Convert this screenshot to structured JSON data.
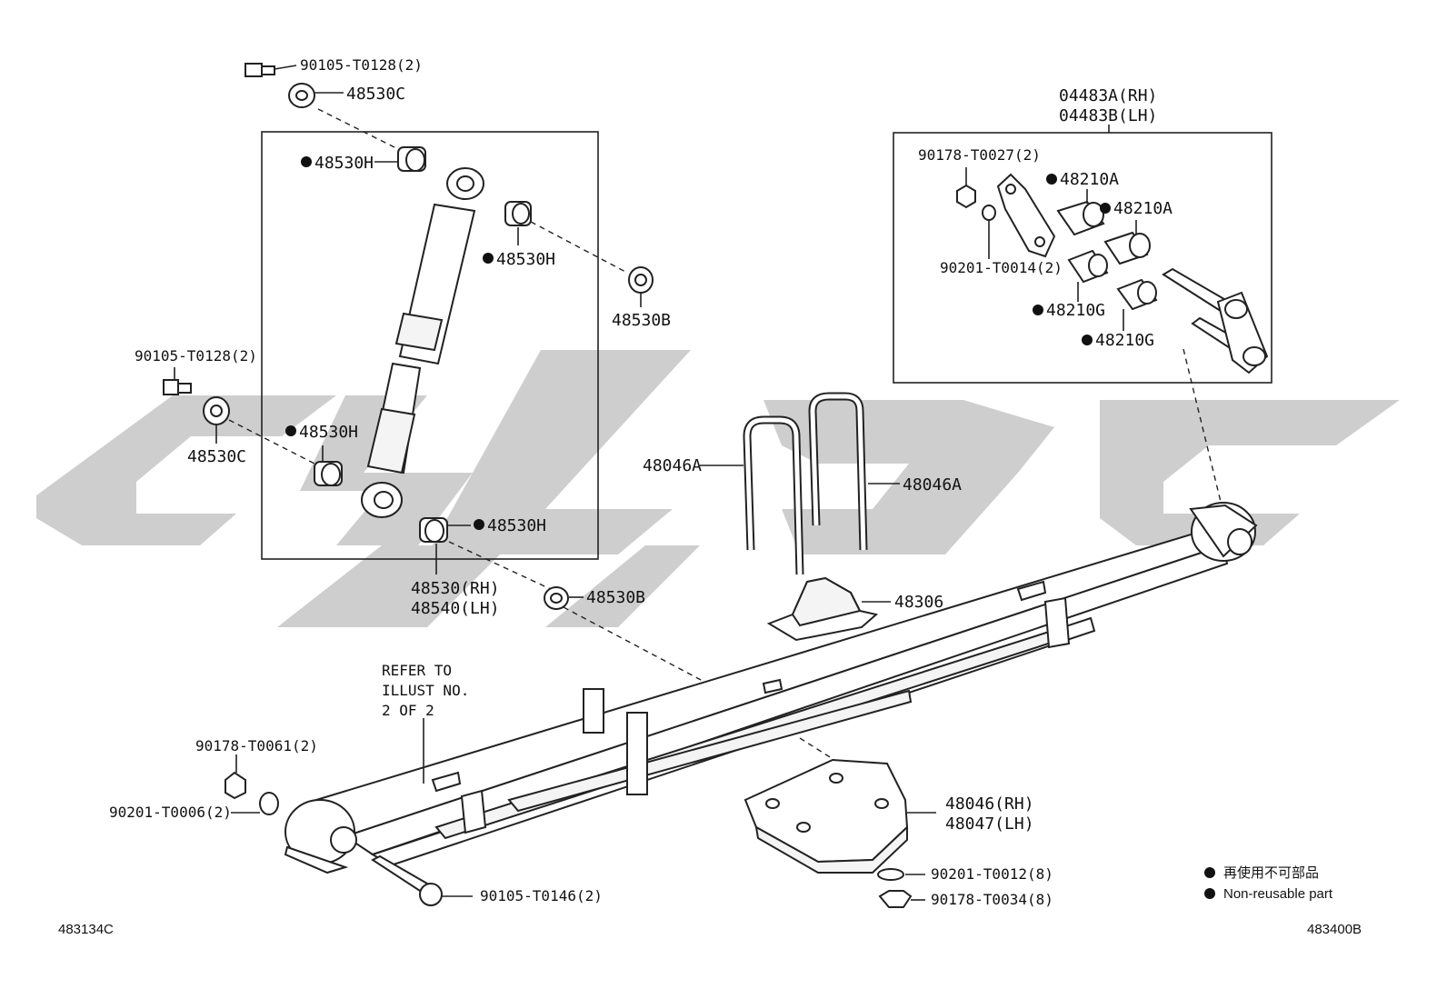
{
  "labels": {
    "bolt_top": "90105-T0128(2)",
    "cushion_c_top": "48530C",
    "retainer_h1": "48530H",
    "retainer_h2": "48530H",
    "retainer_b_top": "48530B",
    "bolt_left": "90105-T0128(2)",
    "cushion_c_left": "48530C",
    "retainer_h3": "48530H",
    "retainer_h4": "48530H",
    "absorber_rh": "48530(RH)",
    "absorber_lh": "48540(LH)",
    "retainer_b_low": "48530B",
    "shackle_rh": "04483A(RH)",
    "shackle_lh": "04483B(LH)",
    "nut_shackle": "90178-T0027(2)",
    "washer_shackle": "90201-T0014(2)",
    "bush_a1": "48210A",
    "bush_a2": "48210A",
    "bush_g1": "48210G",
    "bush_g2": "48210G",
    "ubolt_left": "48046A",
    "ubolt_right": "48046A",
    "bumper": "48306",
    "refer_line1": "REFER TO",
    "refer_line2": "ILLUST NO.",
    "refer_line3": "2 OF 2",
    "nut_front": "90178-T0061(2)",
    "washer_front": "90201-T0006(2)",
    "bolt_front": "90105-T0146(2)",
    "seat_rh": "48046(RH)",
    "seat_lh": "48047(LH)",
    "washer_seat": "90201-T0012(8)",
    "nut_seat": "90178-T0034(8)"
  },
  "legend": {
    "line1": "再使用不可部品",
    "line2": "Non-reusable part"
  },
  "footer": {
    "left_code": "483134C",
    "right_code": "483400B"
  }
}
